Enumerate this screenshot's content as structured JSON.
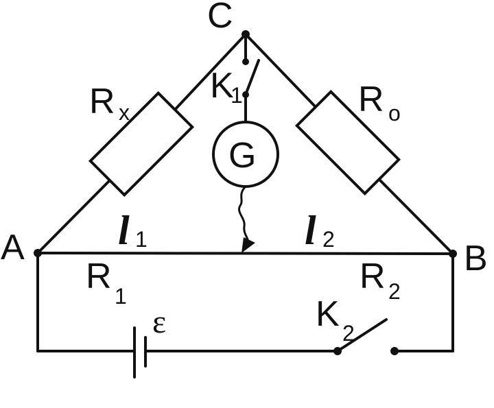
{
  "nodes": {
    "A": "A",
    "B": "B",
    "C": "C"
  },
  "resistors": {
    "rx": {
      "letter": "R",
      "sub": "x"
    },
    "r0": {
      "letter": "R",
      "sub": "o"
    },
    "r1": {
      "letter": "R",
      "sub": "1"
    },
    "r2": {
      "letter": "R",
      "sub": "2"
    }
  },
  "lengths": {
    "l1": {
      "letter": "l",
      "sub": "1"
    },
    "l2": {
      "letter": "l",
      "sub": "2"
    }
  },
  "switches": {
    "k1": {
      "letter": "K",
      "sub": "1"
    },
    "k2": {
      "letter": "K",
      "sub": "2"
    }
  },
  "galvanometer": "G",
  "emf": "ε",
  "colors": {
    "ink": "#111111",
    "background": "#ffffff"
  }
}
